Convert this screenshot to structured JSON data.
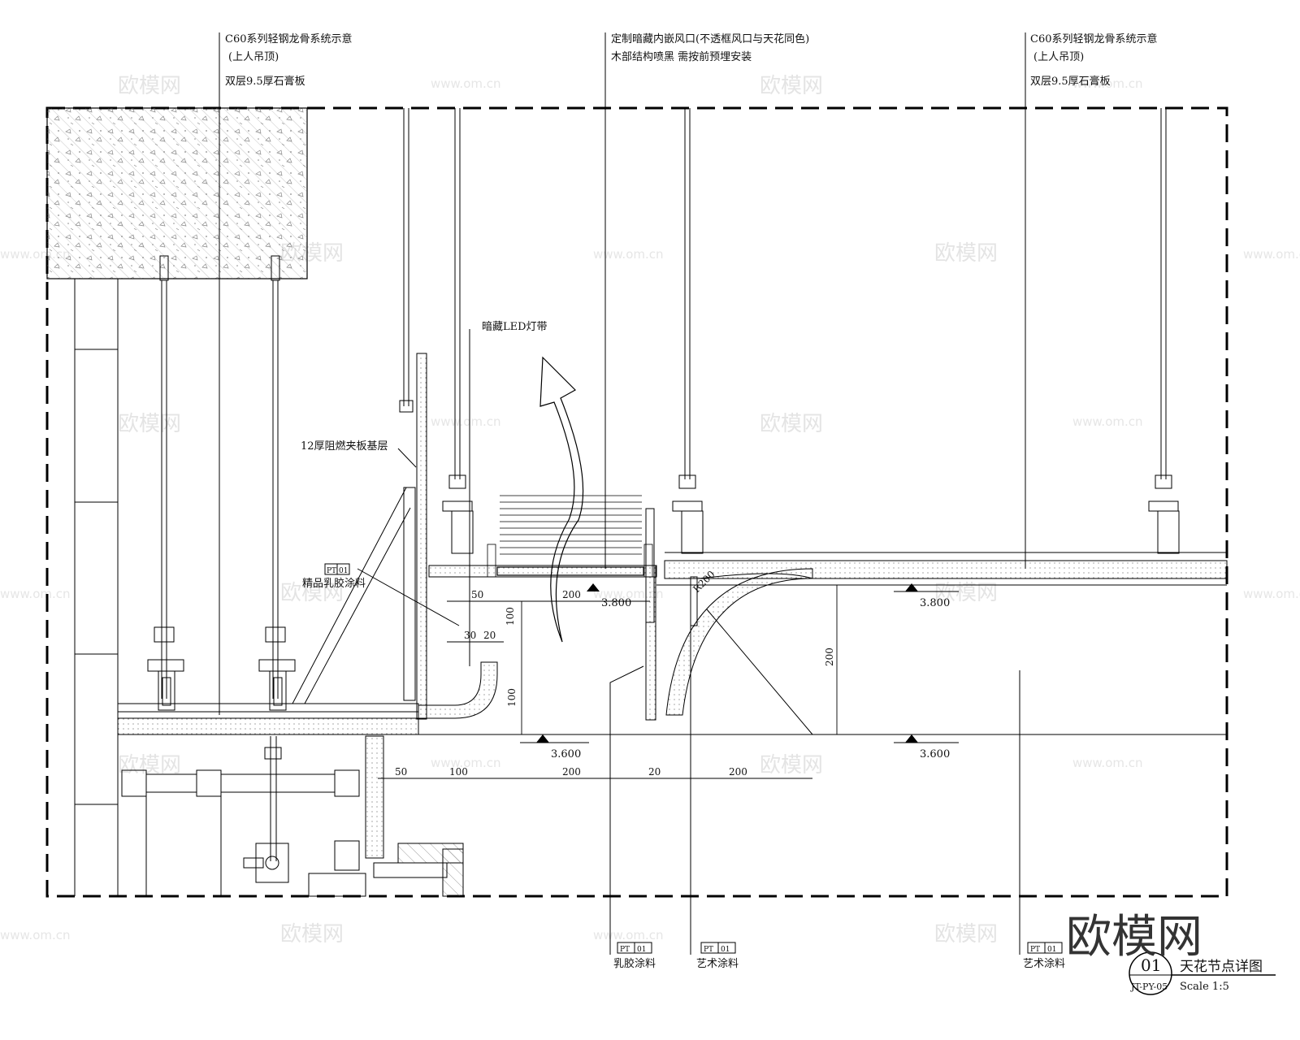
{
  "notes": {
    "top_left_1": "C60系列轻钢龙骨系统示意",
    "top_left_2": "(上人吊顶)",
    "top_left_3": "双层9.5厚石膏板",
    "top_mid_1": "定制暗藏内嵌风口(不透框风口与天花同色)",
    "top_mid_2": "木部结构喷黑 需按前预埋安装",
    "top_right_1": "C60系列轻钢龙骨系统示意",
    "top_right_2": "(上人吊顶)",
    "top_right_3": "双层9.5厚石膏板",
    "led": "暗藏LED灯带",
    "board": "12厚阻燃夹板基层",
    "paint_left": "精品乳胶涂料",
    "bottom_1": "乳胶涂料",
    "bottom_2": "艺术涂料",
    "bottom_3": "艺术涂料"
  },
  "tags": {
    "t1_a": "PT",
    "t1_b": "01",
    "t2_a": "PT",
    "t2_b": "01",
    "t3_a": "PT",
    "t3_b": "01",
    "t4_a": "PT",
    "t4_b": "01"
  },
  "levels": {
    "l1": "3.600",
    "l2": "3.800",
    "l3": "3.600",
    "l4": "3.800"
  },
  "dims": {
    "d50a": "50",
    "d200a": "200",
    "d100a": "100",
    "d30": "30",
    "d20": "20",
    "d100b": "100",
    "d50b": "50",
    "d100c": "100",
    "d200b": "200",
    "d20b": "20",
    "d200c": "200",
    "d200v": "200",
    "radius": "R200"
  },
  "title": {
    "number": "01",
    "sheet": "JT-PY-05",
    "name": "天花节点详图",
    "scale": "Scale 1:5"
  },
  "watermark": {
    "cn": "欧模网",
    "url": "www.om.cn"
  }
}
